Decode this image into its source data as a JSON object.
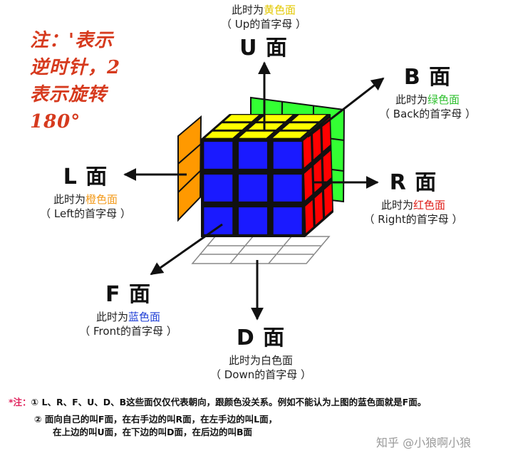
{
  "note": {
    "lines": [
      "注：'表示",
      "逆时针，2",
      "表示旋转",
      "180°"
    ]
  },
  "faces": {
    "U": {
      "title": "U 面",
      "prefix": "此时为",
      "color_name": "黄色面",
      "color": "#e3c800",
      "subtitle": "（ Up的首字母 ）"
    },
    "B": {
      "title": "B 面",
      "prefix": "此时为",
      "color_name": "绿色面",
      "color": "#2ec02e",
      "subtitle": "（ Back的首字母 ）"
    },
    "L": {
      "title": "L 面",
      "prefix": "此时为",
      "color_name": "橙色面",
      "color": "#f39a1a",
      "subtitle": "（ Left的首字母 ）"
    },
    "R": {
      "title": "R 面",
      "prefix": "此时为",
      "color_name": "红色面",
      "color": "#e0201b",
      "subtitle": "（ Right的首字母 ）"
    },
    "F": {
      "title": "F 面",
      "prefix": "此时为",
      "color_name": "蓝色面",
      "color": "#1f3fd6",
      "subtitle": "（ Front的首字母 ）"
    },
    "D": {
      "title": "D 面",
      "prefix": "此时为",
      "color_name": "白色面",
      "color": "#222222",
      "subtitle": "（ Down的首字母 ）"
    }
  },
  "cube_colors": {
    "up": "#ffff00",
    "front": "#1a1aff",
    "right": "#ff0000",
    "back": "#33ff33",
    "left": "#ff9900",
    "down": "#ffffff"
  },
  "footnote": {
    "marker": "*注：",
    "item1": "① L、R、F、U、D、B这些面仅仅代表朝向，跟颜色没关系。例如不能认为上图的蓝色面就是F面。",
    "item2": "② 面向自己的叫F面，在右手边的叫R面，在左手边的叫L面，",
    "item2b": "在上边的叫U面，在下边的叫D面，在后边的叫B面"
  },
  "watermark": "知乎 @小狼啊小狼"
}
